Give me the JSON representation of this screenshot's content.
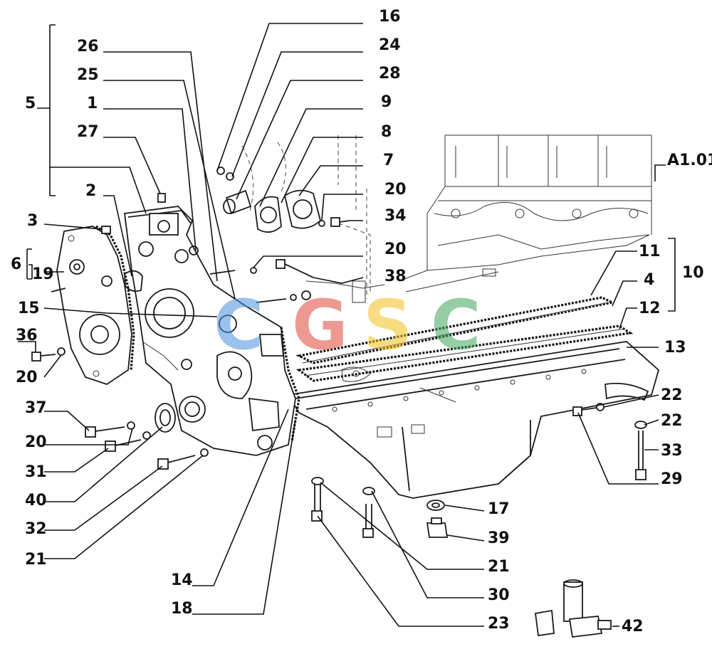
{
  "diagram_code": "A1.01",
  "watermark": {
    "letters": [
      "C",
      "G",
      "S",
      "C"
    ],
    "colors": [
      "#4a8fe0",
      "#e0463a",
      "#f2c11c",
      "#3fa55b"
    ]
  },
  "callouts": {
    "c1": "1",
    "c2": "2",
    "c3": "3",
    "c4": "4",
    "c5": "5",
    "c6": "6",
    "c7": "7",
    "c8": "8",
    "c9": "9",
    "c10": "10",
    "c11": "11",
    "c12": "12",
    "c13": "13",
    "c14": "14",
    "c15": "15",
    "c16": "16",
    "c17": "17",
    "c18": "18",
    "c19": "19",
    "c20a": "20",
    "c20b": "20",
    "c20c": "20",
    "c20d": "20",
    "c21a": "21",
    "c21b": "21",
    "c22a": "22",
    "c22b": "22",
    "c23": "23",
    "c24": "24",
    "c25": "25",
    "c26": "26",
    "c27": "27",
    "c28": "28",
    "c29": "29",
    "c30": "30",
    "c31": "31",
    "c32": "32",
    "c33": "33",
    "c34": "34",
    "c36": "36",
    "c37": "37",
    "c38": "38",
    "c39": "39",
    "c40": "40",
    "c42": "42"
  }
}
